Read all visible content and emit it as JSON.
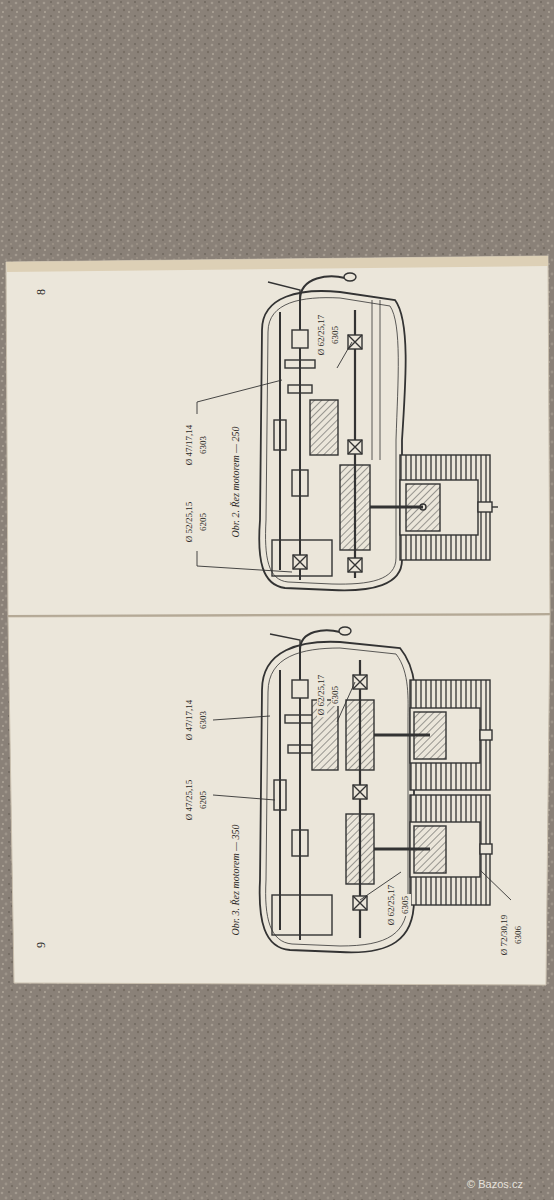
{
  "diagram": {
    "labels": [
      "8",
      "Ø 62/25,17",
      "6305",
      "Ø 47/17,14",
      "6303",
      "Ø 52/25,15",
      "6205",
      "Obr. 2. Řez motorem — 250",
      "Ø 62/25,17",
      "6305",
      "Ø 47/17,14",
      "6303",
      "Ø 47/25,15",
      "6205",
      "Ø 72/30,19",
      "6306",
      "Ø 62/25,17",
      "6305",
      "Obr. 3. Řez motorem — 350",
      "9",
      "© Bazos.cz"
    ]
  }
}
